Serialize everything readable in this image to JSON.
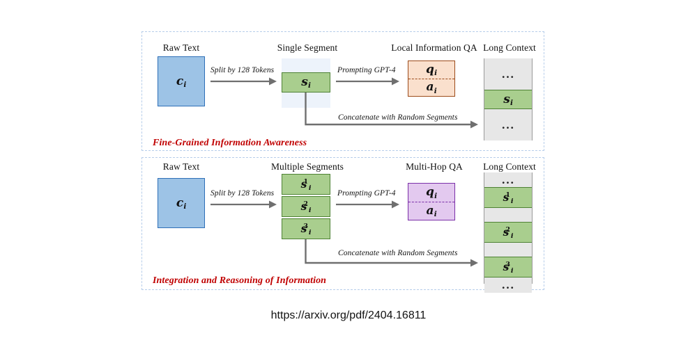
{
  "source_url": "https://arxiv.org/pdf/2404.16811",
  "panels": [
    {
      "id": "fine-grained",
      "caption": "Fine-Grained Information Awareness",
      "headings": {
        "raw_text": "Raw Text",
        "segments": "Single Segment",
        "qa": "Local Information QA",
        "long_context": "Long Context"
      },
      "raw_text_label": "c",
      "raw_text_sub": "i",
      "arrows": {
        "split": "Split by 128 Tokens",
        "prompting": "Prompting GPT-4",
        "concatenate": "Concatenate with Random Segments"
      },
      "segments": [
        {
          "base": "s",
          "sub": "i",
          "sup": ""
        }
      ],
      "qa": {
        "question": "q",
        "question_sub": "i",
        "answer": "a",
        "answer_sub": "i"
      },
      "long_context_cells": [
        {
          "type": "gray",
          "text": "..."
        },
        {
          "type": "green",
          "base": "s",
          "sub": "i",
          "sup": ""
        },
        {
          "type": "gray",
          "text": "..."
        }
      ]
    },
    {
      "id": "integration-reasoning",
      "caption": "Integration and Reasoning of Information",
      "headings": {
        "raw_text": "Raw Text",
        "segments": "Multiple Segments",
        "qa": "Multi-Hop QA",
        "long_context": "Long Context"
      },
      "raw_text_label": "c",
      "raw_text_sub": "i",
      "arrows": {
        "split": "Split by 128 Tokens",
        "prompting": "Prompting GPT-4",
        "concatenate": "Concatenate with Random Segments"
      },
      "segments": [
        {
          "base": "s",
          "sub": "i",
          "sup": "1"
        },
        {
          "base": "s",
          "sub": "i",
          "sup": "2"
        },
        {
          "base": "s",
          "sub": "i",
          "sup": "3"
        }
      ],
      "qa": {
        "question": "q",
        "question_sub": "i",
        "answer": "a",
        "answer_sub": "i"
      },
      "long_context_cells": [
        {
          "type": "gray",
          "text": "..."
        },
        {
          "type": "green",
          "base": "s",
          "sub": "i",
          "sup": "1"
        },
        {
          "type": "gray",
          "text": ""
        },
        {
          "type": "green",
          "base": "s",
          "sub": "i",
          "sup": "2"
        },
        {
          "type": "gray",
          "text": ""
        },
        {
          "type": "green",
          "base": "s",
          "sub": "i",
          "sup": "3"
        },
        {
          "type": "gray",
          "text": "..."
        }
      ]
    }
  ],
  "colors": {
    "panel_border": "#b6cdea",
    "raw_text_fill": "#9dc3e6",
    "raw_text_border": "#2e6fb7",
    "segment_fill": "#a9ce8e",
    "segment_border": "#4e8234",
    "segment_backdrop": "#edf3fb",
    "qa_orange_fill": "#fae0cd",
    "qa_orange_border": "#9c4b1a",
    "qa_purple_fill": "#e3c9ef",
    "qa_purple_border": "#7b2fa8",
    "long_context_gray": "#e7e7e7",
    "long_context_border": "#9a9a9a",
    "caption_red": "#c00000",
    "arrow_gray": "#6f6f6f"
  }
}
